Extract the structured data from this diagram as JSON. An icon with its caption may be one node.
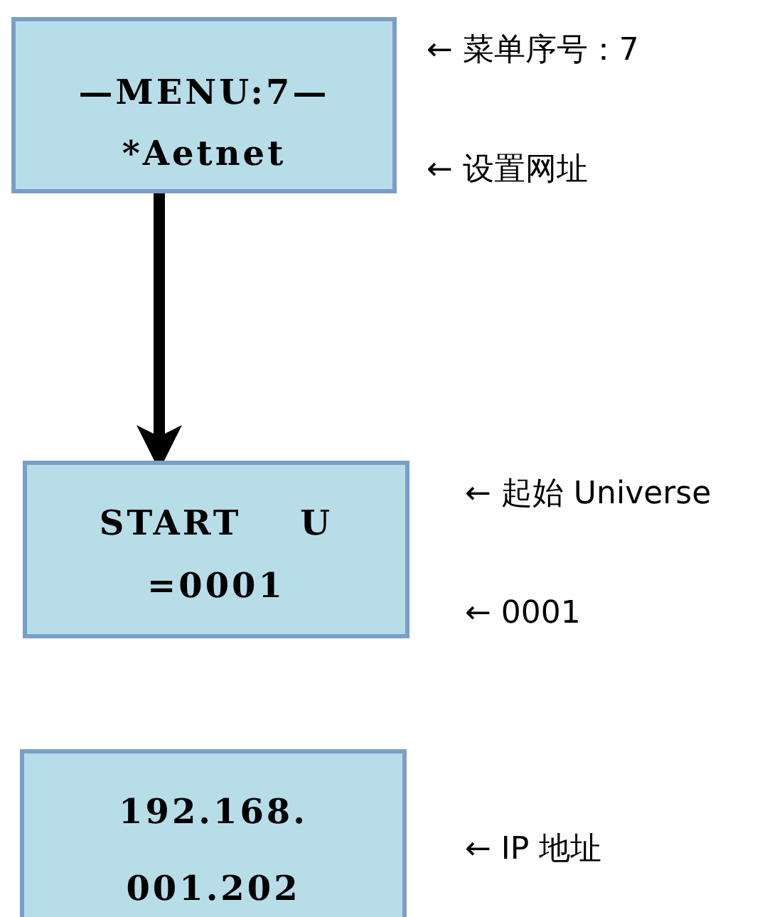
{
  "diagram": {
    "nodes": [
      {
        "text": [
          "—MENU:7—",
          "*Aetnet"
        ]
      },
      {
        "text": [
          "START    U",
          "=0001"
        ]
      },
      {
        "text": [
          "192.168.",
          "001.202"
        ]
      }
    ],
    "edges": [
      {
        "from": 0,
        "to": 1,
        "arrow": "to"
      }
    ],
    "labels": [
      "← 菜单序号：7",
      "← 设置网址",
      "← 起始 Universe",
      "← 0001",
      "← IP 地址"
    ]
  }
}
